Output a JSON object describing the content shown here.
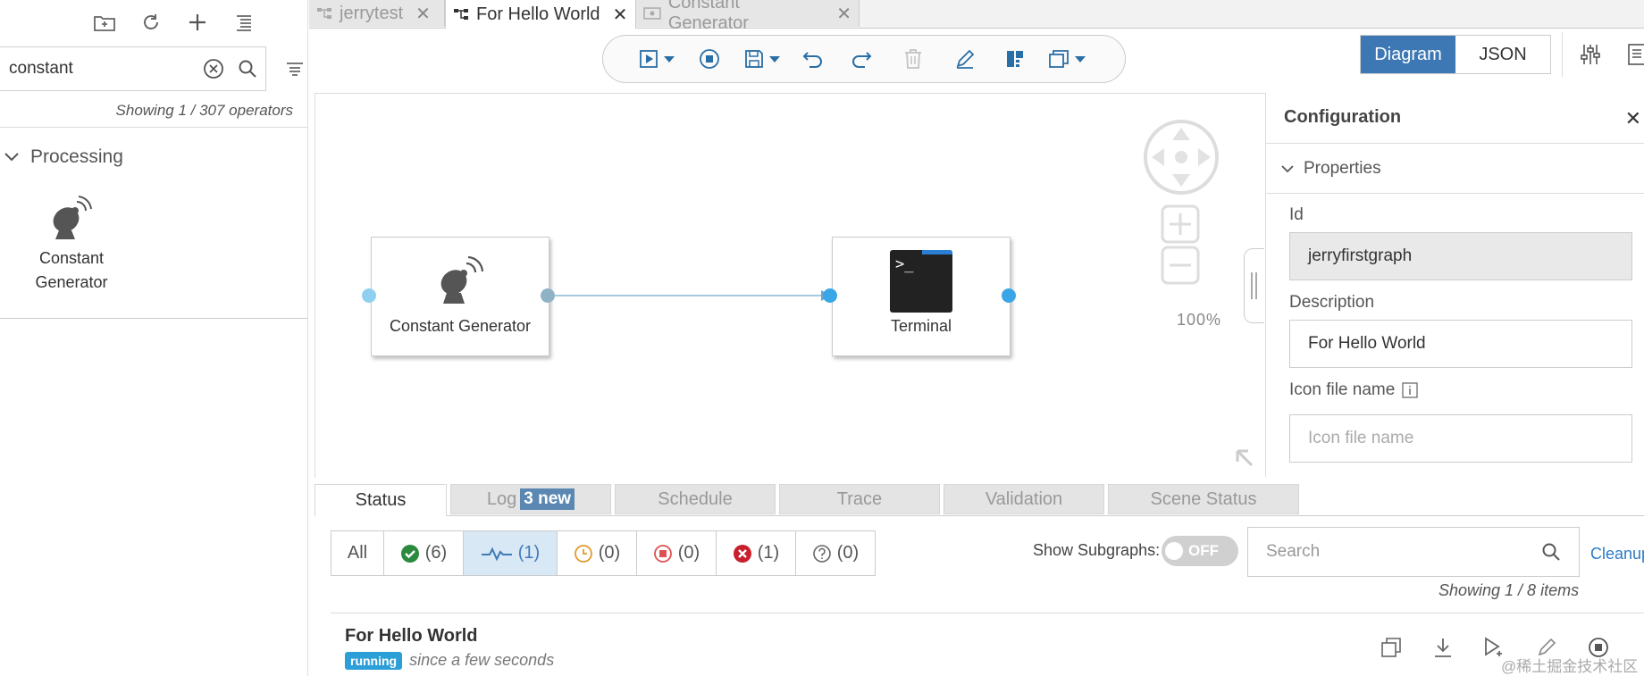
{
  "left_panel": {
    "search": {
      "value": "constant"
    },
    "showing": "Showing 1 / 307 operators",
    "group": "Processing",
    "operator": {
      "line1": "Constant",
      "line2": "Generator"
    }
  },
  "tabs": [
    {
      "label": "jerrytest",
      "active": false
    },
    {
      "label": "For Hello World",
      "active": true
    },
    {
      "label": "Constant Generator",
      "active": false
    }
  ],
  "view_toggle": {
    "diagram": "Diagram",
    "json": "JSON"
  },
  "canvas": {
    "nodes": [
      {
        "label": "Constant Generator",
        "icon": "satellite-dish-icon"
      },
      {
        "label": "Terminal",
        "icon": "terminal-icon",
        "glyph": ">_"
      }
    ],
    "zoom": "100%"
  },
  "config": {
    "title": "Configuration",
    "section": "Properties",
    "id_label": "Id",
    "id_value": "jerryfirstgraph",
    "description_label": "Description",
    "description_value": "For Hello World",
    "icon_label": "Icon file name",
    "icon_placeholder": "Icon file name"
  },
  "bottom_tabs": [
    {
      "label": "Status",
      "active": true
    },
    {
      "label": "Log",
      "badge": "3 new"
    },
    {
      "label": "Schedule"
    },
    {
      "label": "Trace"
    },
    {
      "label": "Validation"
    },
    {
      "label": "Scene Status"
    }
  ],
  "status_filters": {
    "all": "All",
    "completed": "(6)",
    "running": "(1)",
    "pending": "(0)",
    "stopped": "(0)",
    "dead": "(1)",
    "unknown": "(0)"
  },
  "subgraphs": {
    "label": "Show Subgraphs:",
    "state": "OFF"
  },
  "status_search": {
    "placeholder": "Search"
  },
  "cleanup": "Cleanup",
  "showing_items": "Showing 1 / 8 items",
  "graph_item": {
    "title": "For Hello World",
    "status": "running",
    "since": "since a few seconds"
  },
  "watermark": "@稀土掘金技术社区",
  "colors": {
    "accent": "#3d78b4",
    "running": "#2d9fd8",
    "port": "#5bb8ea"
  }
}
